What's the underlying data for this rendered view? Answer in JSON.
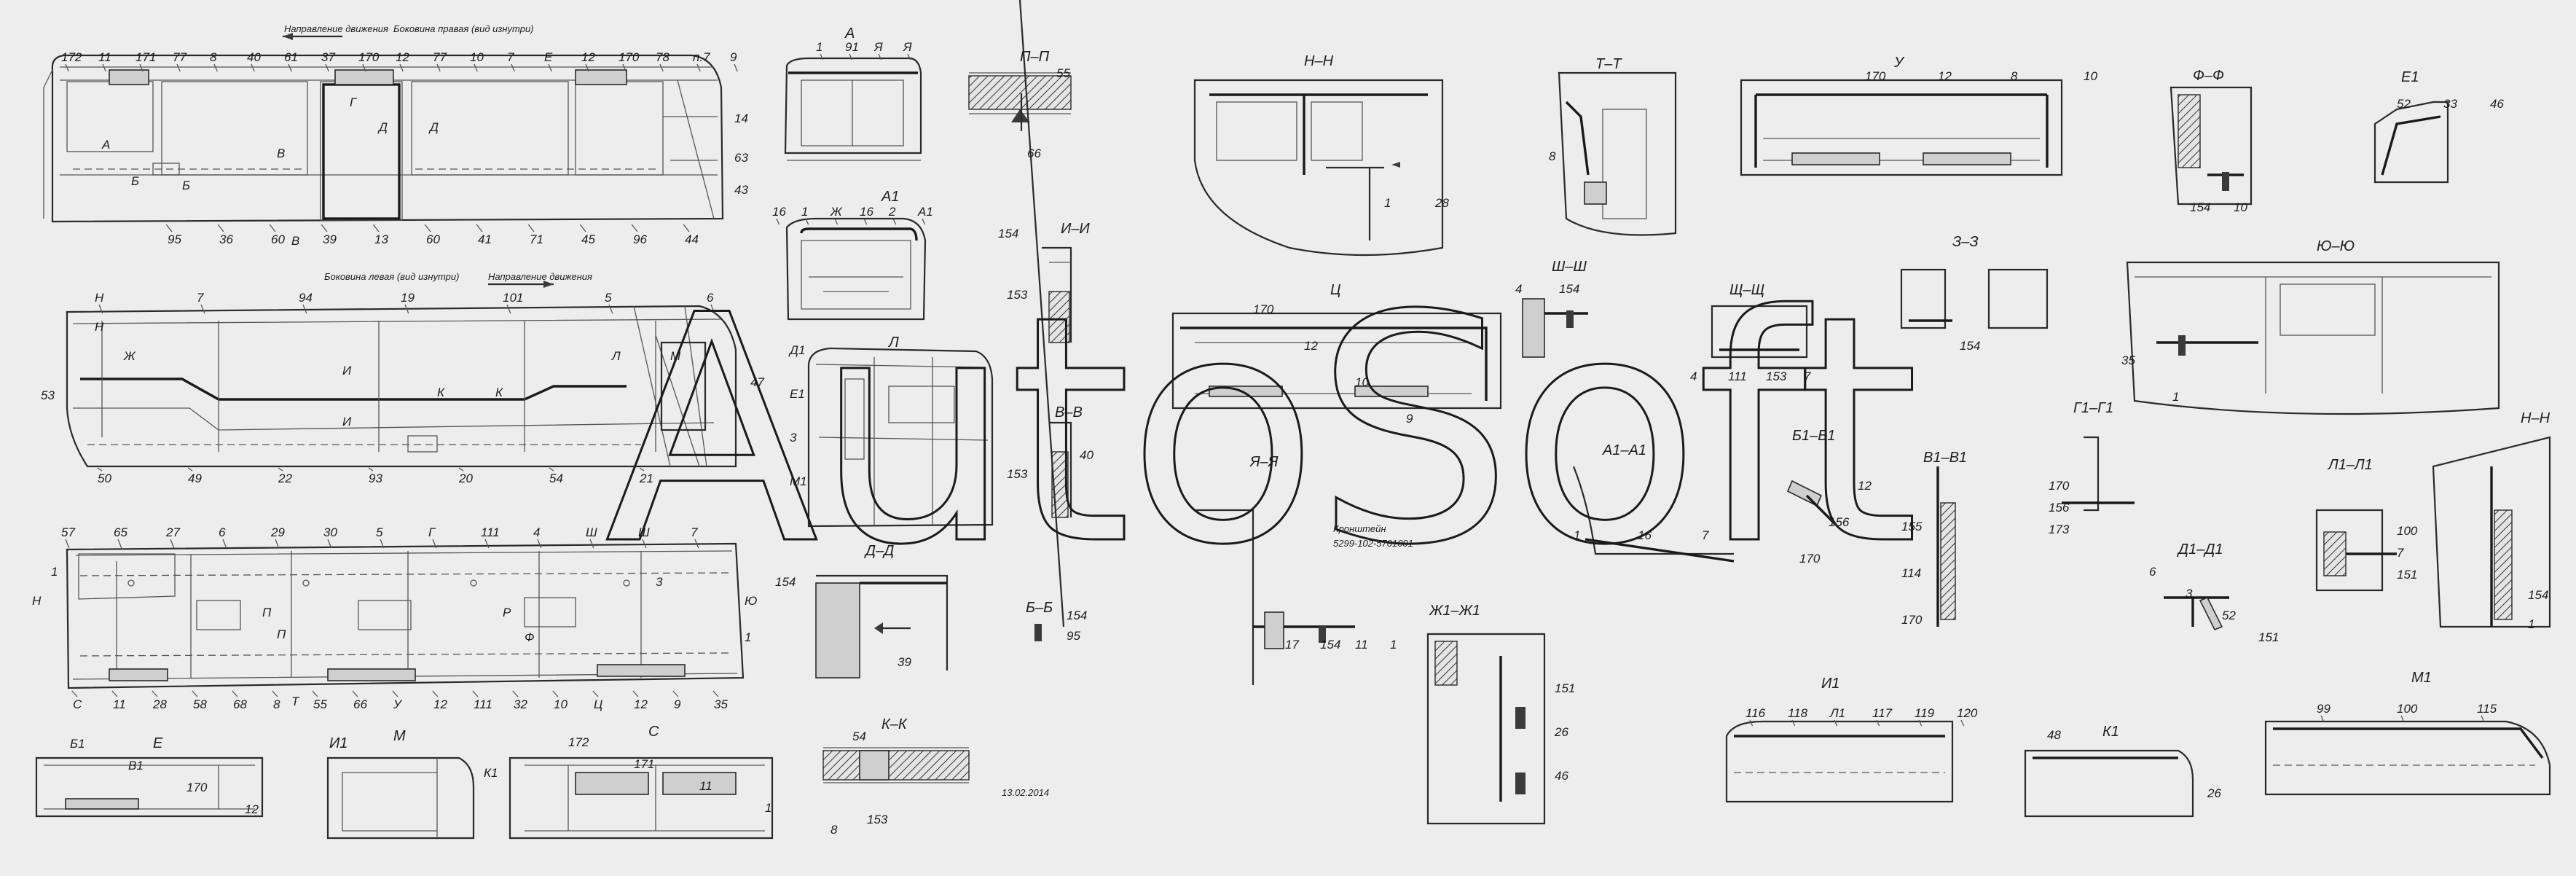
{
  "sheet": {
    "watermark": "AutoSoft",
    "date": "13.02.2014",
    "bracket_caption": "Кронштейн",
    "bracket_part_no": "5299-102-5701001"
  },
  "views": {
    "right_side": {
      "direction": "Направление движения",
      "title": "Боковина правая (вид изнутри)",
      "top_labels": [
        "172",
        "11",
        "171",
        "77",
        "8",
        "40",
        "61",
        "37",
        "170",
        "12",
        "77",
        "10",
        "7",
        "Е",
        "12",
        "170",
        "78",
        "п.7",
        "9"
      ],
      "bottom_labels": [
        "95",
        "36",
        "60",
        "39",
        "13",
        "60",
        "41",
        "71",
        "45",
        "96",
        "44"
      ],
      "side_labels": [
        "14",
        "63",
        "43",
        "А",
        "Б",
        "Б",
        "В",
        "В",
        "Г",
        "Д",
        "Д"
      ]
    },
    "left_side": {
      "title": "Боковина левая (вид изнутри)",
      "direction": "Направление движения",
      "top_labels": [
        "Н",
        "7",
        "94",
        "19",
        "101",
        "5",
        "6"
      ],
      "bottom_labels": [
        "50",
        "49",
        "22",
        "93",
        "20",
        "54",
        "21"
      ],
      "side_labels": [
        "53",
        "47",
        "Н",
        "Ж",
        "И",
        "И",
        "К",
        "К",
        "Л",
        "М"
      ]
    },
    "roof": {
      "top_labels": [
        "57",
        "65",
        "27",
        "6",
        "29",
        "30",
        "5",
        "Г",
        "111",
        "4",
        "Ш",
        "Ш",
        "7"
      ],
      "bottom_labels": [
        "С",
        "11",
        "28",
        "58",
        "68",
        "8",
        "55",
        "66",
        "У",
        "12",
        "111",
        "32",
        "10",
        "Ц",
        "12",
        "9",
        "35"
      ],
      "side_labels": [
        "1",
        "Н",
        "Ю",
        "1",
        "3",
        "Т",
        "П",
        "П",
        "Р",
        "Ф"
      ]
    },
    "front_A": {
      "title": "А",
      "labels": [
        "1",
        "91",
        "Я",
        "Я"
      ]
    },
    "front_A1": {
      "title": "А1",
      "labels": [
        "16",
        "1",
        "Ж",
        "16",
        "2",
        "А1"
      ]
    },
    "detail_L": {
      "title": "Л",
      "labels": [
        "Д1",
        "Е1",
        "3",
        "М1"
      ]
    },
    "section_PP": {
      "title": "П–П",
      "labels": [
        "55",
        "66",
        "154"
      ]
    },
    "section_II": {
      "title": "И–И",
      "labels": [
        "153"
      ]
    },
    "section_VV": {
      "title": "В–В",
      "labels": [
        "153",
        "40"
      ]
    },
    "section_DD": {
      "title": "Д–Д",
      "labels": [
        "154",
        "39"
      ]
    },
    "section_BB": {
      "title": "Б–Б",
      "labels": [
        "154",
        "95"
      ]
    },
    "section_KK": {
      "title": "К–К",
      "labels": [
        "54",
        "153"
      ]
    },
    "view_E": {
      "title": "Е",
      "labels": [
        "Б1",
        "В1",
        "170",
        "12"
      ]
    },
    "view_I1": {
      "title": "И1"
    },
    "view_M": {
      "title": "М",
      "labels": [
        "К1"
      ]
    },
    "view_S": {
      "title": "С",
      "labels": [
        "172",
        "171",
        "11",
        "1",
        "8"
      ]
    },
    "section_NN": {
      "title": "Н–Н",
      "labels": [
        "1",
        "28"
      ]
    },
    "section_TT": {
      "title": "Т–Т",
      "labels": [
        "8"
      ]
    },
    "view_U": {
      "title": "У",
      "labels": [
        "170",
        "12",
        "8",
        "10"
      ]
    },
    "section_FF": {
      "title": "Ф–Ф",
      "labels": [
        "154",
        "10"
      ]
    },
    "view_E1": {
      "title": "Е1",
      "labels": [
        "52",
        "33",
        "46"
      ]
    },
    "view_TS": {
      "title": "Ц",
      "labels": [
        "170",
        "12",
        "10",
        "9"
      ]
    },
    "section_ShSh": {
      "title": "Ш–Ш",
      "labels": [
        "4",
        "154"
      ]
    },
    "section_ShchShch": {
      "title": "Щ–Щ",
      "labels": [
        "4",
        "111",
        "153",
        "7"
      ]
    },
    "section_ZZ": {
      "title": "З–З",
      "labels": [
        "154"
      ]
    },
    "section_YuYu": {
      "title": "Ю–Ю",
      "labels": [
        "35",
        "1"
      ]
    },
    "section_YaYa": {
      "title": "Я–Я",
      "labels": [
        "17",
        "154",
        "11",
        "1"
      ]
    },
    "section_A1A1": {
      "title": "А1–А1",
      "labels": [
        "1",
        "16",
        "7"
      ]
    },
    "section_B1B1": {
      "title": "Б1–Б1",
      "labels": [
        "12",
        "156",
        "170"
      ]
    },
    "section_V1V1": {
      "title": "В1–В1",
      "labels": [
        "155",
        "114",
        "170"
      ]
    },
    "section_G1G1": {
      "title": "Г1–Г1",
      "labels": [
        "170",
        "156",
        "173"
      ]
    },
    "section_L1L1": {
      "title": "Л1–Л1",
      "labels": [
        "100",
        "7",
        "151"
      ]
    },
    "section_NN2": {
      "title": "Н–Н",
      "labels": [
        "154",
        "1"
      ]
    },
    "section_D1D1": {
      "title": "Д1–Д1",
      "labels": [
        "6",
        "3",
        "52",
        "151"
      ]
    },
    "section_Zh1Zh1": {
      "title": "Ж1–Ж1",
      "labels": [
        "151",
        "26",
        "46"
      ]
    },
    "view_I1_bottom": {
      "title": "И1",
      "labels": [
        "116",
        "118",
        "Л1",
        "117",
        "119",
        "120"
      ]
    },
    "view_K1": {
      "title": "К1",
      "labels": [
        "48",
        "26"
      ]
    },
    "view_M1": {
      "title": "М1",
      "labels": [
        "99",
        "100",
        "115"
      ]
    }
  }
}
